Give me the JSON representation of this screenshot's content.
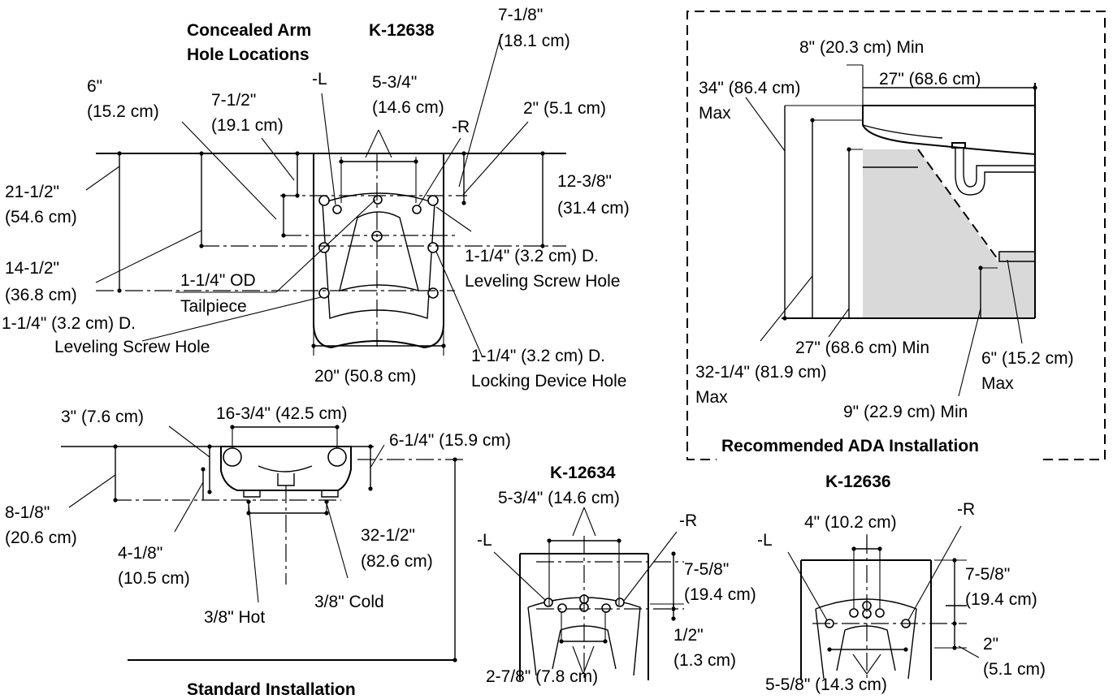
{
  "colors": {
    "line": "#000000",
    "background": "#ffffff",
    "wall_shade": "#d9d9d9"
  },
  "k12638": {
    "model": "K-12638",
    "heading_line1": "Concealed Arm",
    "heading_line2": "Hole Locations",
    "dim_6": "6\"",
    "dim_6_cm": "(15.2 cm)",
    "dim_7_1_2": "7-1/2\"",
    "dim_7_1_2_cm": "(19.1 cm)",
    "label_L": "-L",
    "dim_5_3_4": "5-3/4\"",
    "dim_5_3_4_cm": "(14.6 cm)",
    "label_R": "-R",
    "dim_7_1_8": "7-1/8\"",
    "dim_7_1_8_cm": "(18.1 cm)",
    "dim_2": "2\" (5.1 cm)",
    "dim_12_3_8": "12-3/8\"",
    "dim_12_3_8_cm": "(31.4 cm)",
    "dim_21_1_2": "21-1/2\"",
    "dim_21_1_2_cm": "(54.6 cm)",
    "dim_14_1_2": "14-1/2\"",
    "dim_14_1_2_cm": "(36.8 cm)",
    "tailpiece_1": "1-1/4\" OD",
    "tailpiece_2": "Tailpiece",
    "leveling_right_1": "1-1/4\" (3.2 cm) D.",
    "leveling_right_2": "Leveling Screw Hole",
    "leveling_left_1": "1-1/4\" (3.2 cm) D.",
    "leveling_left_2": "Leveling Screw Hole",
    "locking_1": "1-1/4\" (3.2 cm) D.",
    "locking_2": "Locking Device Hole",
    "dim_20": "20\" (50.8 cm)"
  },
  "ada": {
    "title": "Recommended ADA Installation",
    "dim_8_min": "8\" (20.3 cm) Min",
    "dim_27": "27\" (68.6 cm)",
    "dim_34": "34\" (86.4 cm)",
    "dim_34_max": "Max",
    "dim_27_min": "27\" (68.6 cm) Min",
    "dim_32_1_4": "32-1/4\" (81.9 cm)",
    "dim_32_1_4_max": "Max",
    "dim_6_max": "6\" (15.2 cm)",
    "dim_6_max_label": "Max",
    "dim_9_min": "9\" (22.9 cm) Min"
  },
  "standard": {
    "title": "Standard Installation",
    "dim_3": "3\" (7.6 cm)",
    "dim_16_3_4": "16-3/4\" (42.5 cm)",
    "dim_6_1_4": "6-1/4\" (15.9 cm)",
    "dim_8_1_8": "8-1/8\"",
    "dim_8_1_8_cm": "(20.6 cm)",
    "dim_4_1_8": "4-1/8\"",
    "dim_4_1_8_cm": "(10.5 cm)",
    "dim_32_1_2": "32-1/2\"",
    "dim_32_1_2_cm": "(82.6 cm)",
    "hot": "3/8\" Hot",
    "cold": "3/8\" Cold"
  },
  "k12634": {
    "model": "K-12634",
    "dim_5_3_4": "5-3/4\" (14.6 cm)",
    "label_L": "-L",
    "label_R": "-R",
    "dim_7_5_8": "7-5/8\"",
    "dim_7_5_8_cm": "(19.4 cm)",
    "dim_1_2": "1/2\"",
    "dim_1_2_cm": "(1.3 cm)",
    "dim_2_7_8": "2-7/8\" (7.8 cm)"
  },
  "k12636": {
    "model": "K-12636",
    "dim_4": "4\" (10.2 cm)",
    "label_L": "-L",
    "label_R": "-R",
    "dim_7_5_8": "7-5/8\"",
    "dim_7_5_8_cm": "(19.4 cm)",
    "dim_2": "2\"",
    "dim_2_cm": "(5.1 cm)",
    "dim_5_5_8": "5-5/8\" (14.3 cm)"
  }
}
